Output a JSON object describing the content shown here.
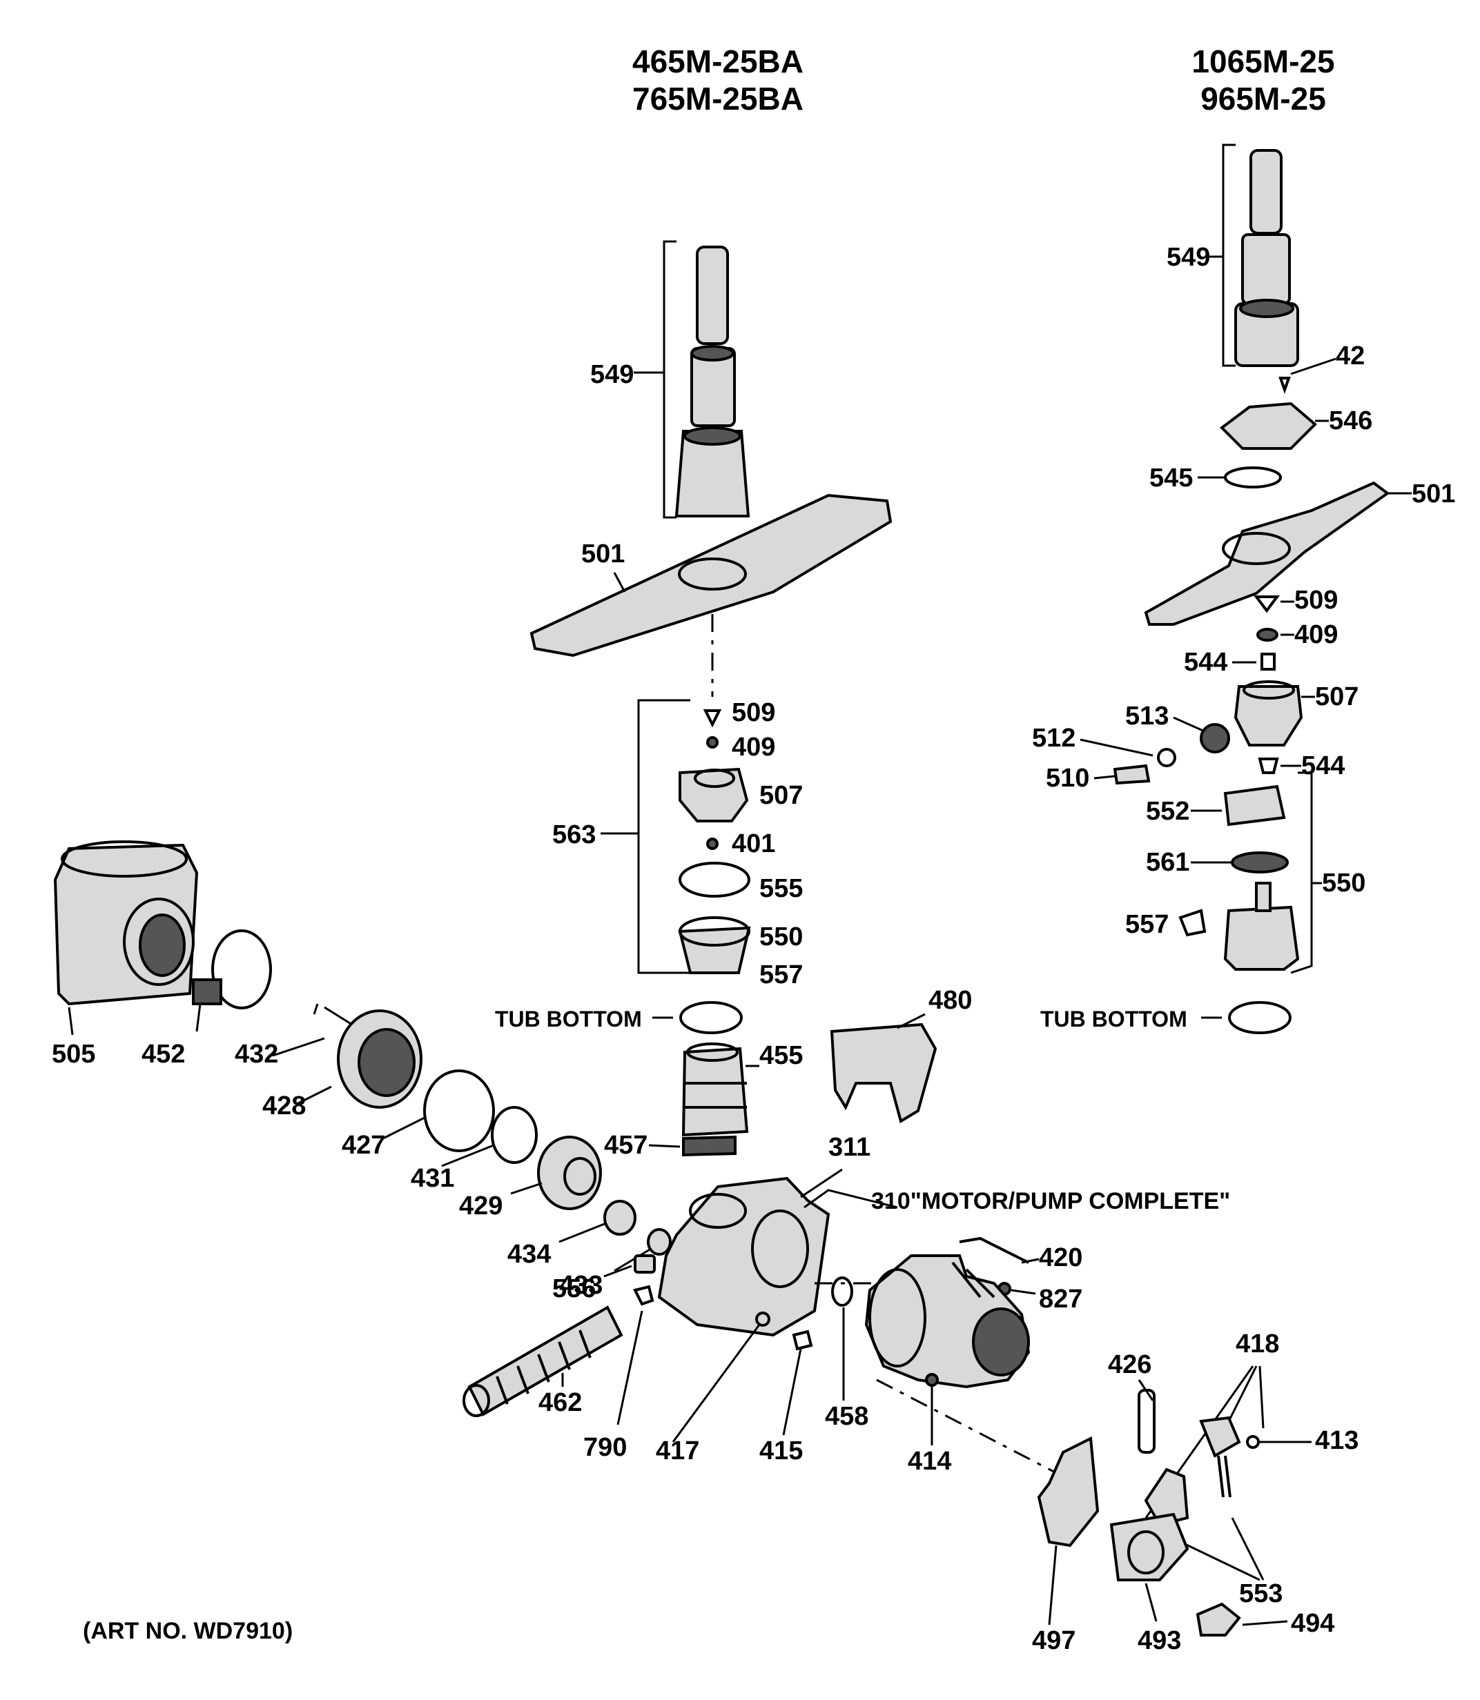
{
  "headers": {
    "left_model_1": "465M-25BA",
    "left_model_2": "765M-25BA",
    "right_model_1": "1065M-25",
    "right_model_2": "965M-25"
  },
  "labels": {
    "tub_bottom": "TUB BOTTOM",
    "motor_pump": "310\"MOTOR/PUMP COMPLETE\"",
    "art_no": "(ART NO. WD7910)"
  },
  "callouts_left_column": [
    "549",
    "501",
    "509",
    "409",
    "507",
    "563",
    "401",
    "555",
    "550",
    "557",
    "455",
    "480"
  ],
  "callouts_right_column": [
    "549",
    "42",
    "546",
    "545",
    "501",
    "509",
    "409",
    "544",
    "507",
    "513",
    "512",
    "510",
    "544",
    "552",
    "561",
    "550",
    "557"
  ],
  "callouts_lower": [
    "505",
    "452",
    "432",
    "428",
    "427",
    "431",
    "429",
    "434",
    "433",
    "457",
    "311",
    "420",
    "827",
    "556",
    "462",
    "790",
    "417",
    "415",
    "458",
    "414",
    "426",
    "418",
    "413",
    "553",
    "497",
    "493",
    "494"
  ]
}
